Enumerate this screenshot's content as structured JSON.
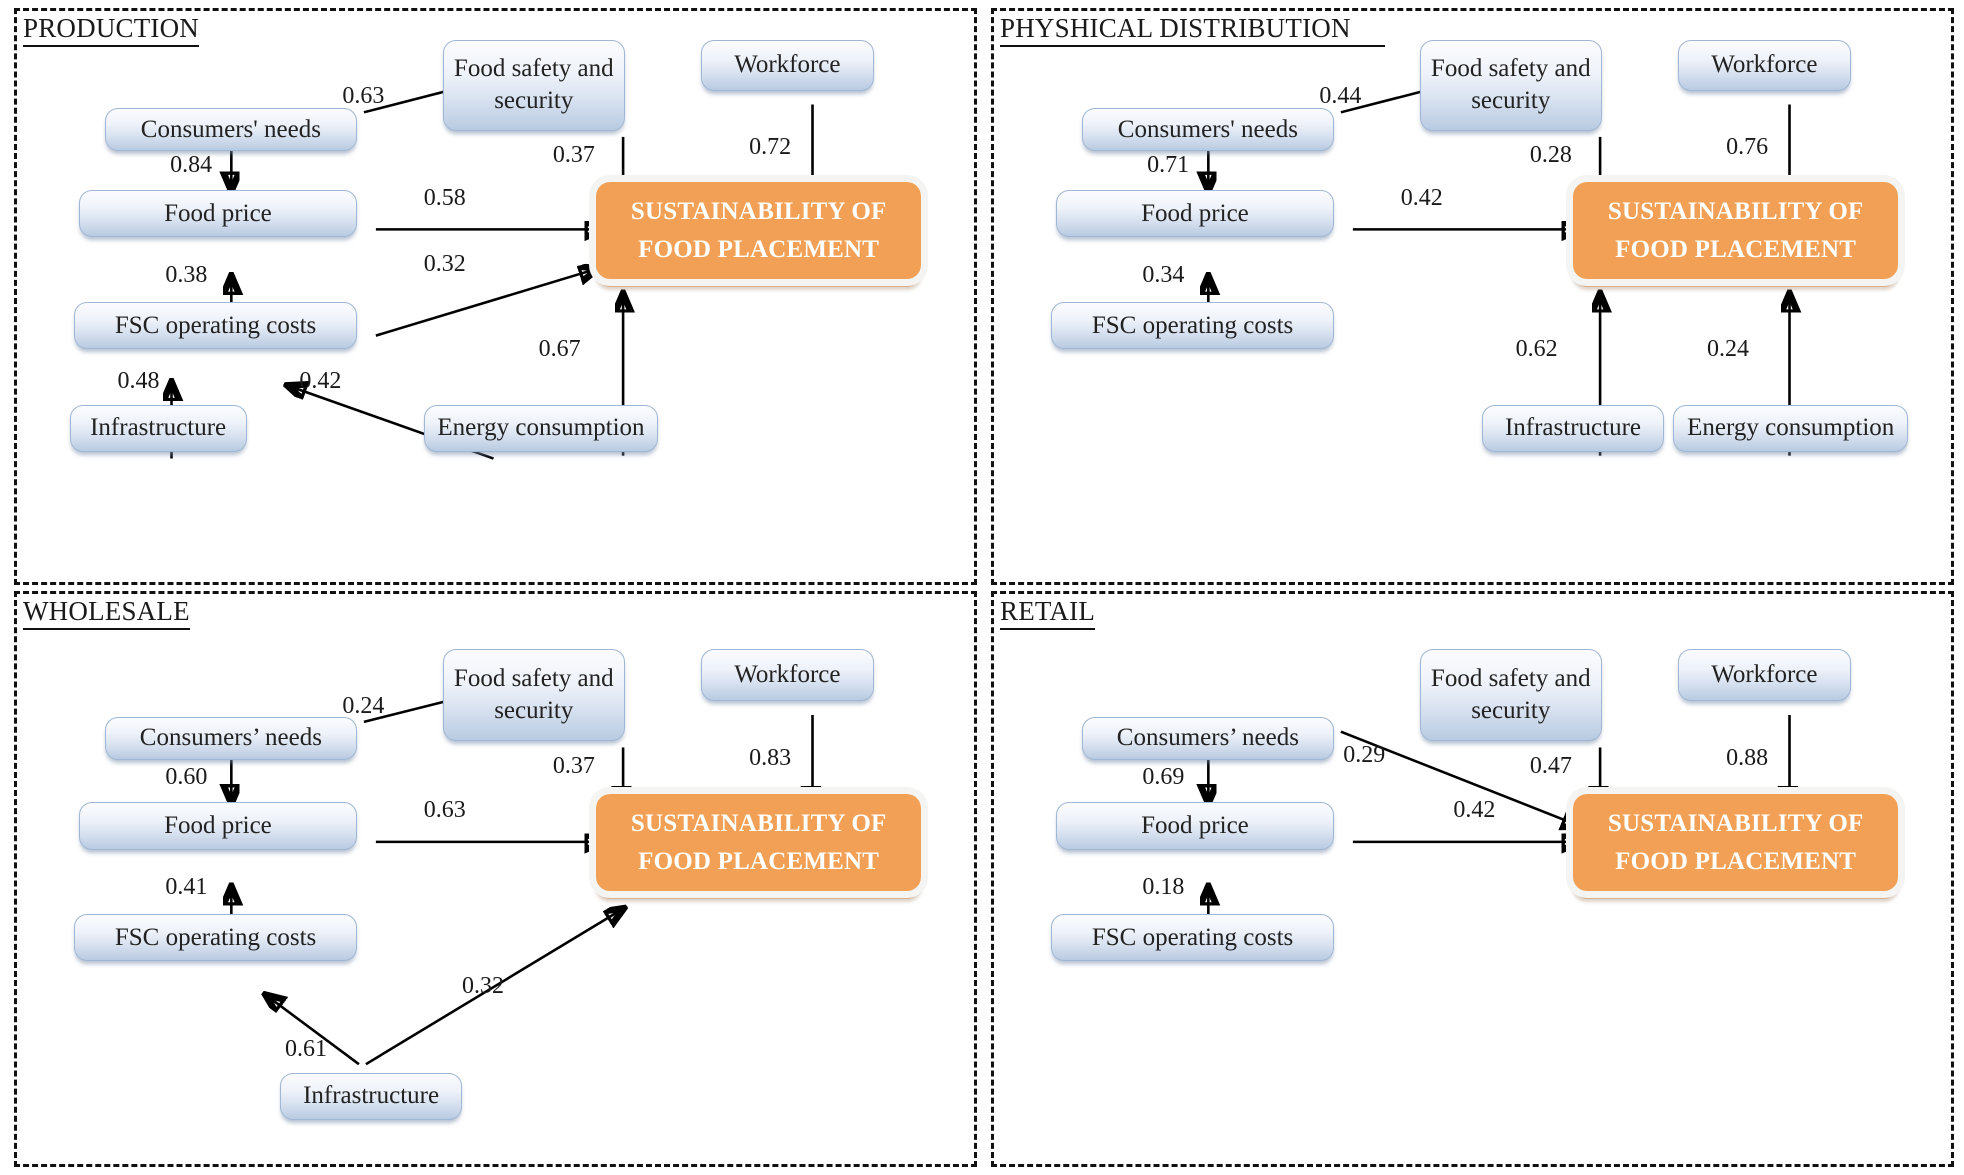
{
  "panels": [
    {
      "id": "production",
      "title": "PRODUCTION",
      "nodes": {
        "consumers": "Consumers' needs",
        "food_price": "Food price",
        "fsc": "FSC operating costs",
        "infrastructure": "Infrastructure",
        "energy": "Energy consumption",
        "food_safety": "Food safety and security",
        "workforce": "Workforce",
        "central": "SUSTAINABILITY OF FOOD PLACEMENT"
      },
      "edges": [
        {
          "from": "consumers",
          "to": "food_safety",
          "value": "0.63"
        },
        {
          "from": "consumers",
          "to": "food_price",
          "value": "0.84"
        },
        {
          "from": "food_safety",
          "to": "central",
          "value": "0.37"
        },
        {
          "from": "workforce",
          "to": "central",
          "value": "0.72"
        },
        {
          "from": "food_price",
          "to": "central",
          "value": "0.58"
        },
        {
          "from": "fsc",
          "to": "food_price",
          "value": "0.38"
        },
        {
          "from": "fsc",
          "to": "central",
          "value": "0.32"
        },
        {
          "from": "infrastructure",
          "to": "fsc",
          "value": "0.48"
        },
        {
          "from": "energy",
          "to": "fsc",
          "value": "0.42"
        },
        {
          "from": "energy",
          "to": "central",
          "value": "0.67"
        }
      ]
    },
    {
      "id": "physical_distribution",
      "title": "PHYSHICAL DISTRIBUTION",
      "nodes": {
        "consumers": "Consumers' needs",
        "food_price": "Food price",
        "fsc": "FSC operating costs",
        "infrastructure": "Infrastructure",
        "energy": "Energy consumption",
        "food_safety": "Food safety and security",
        "workforce": "Workforce",
        "central": "SUSTAINABILITY OF FOOD PLACEMENT"
      },
      "edges": [
        {
          "from": "consumers",
          "to": "food_safety",
          "value": "0.44"
        },
        {
          "from": "consumers",
          "to": "food_price",
          "value": "0.71"
        },
        {
          "from": "food_safety",
          "to": "central",
          "value": "0.28"
        },
        {
          "from": "workforce",
          "to": "central",
          "value": "0.76"
        },
        {
          "from": "food_price",
          "to": "central",
          "value": "0.42"
        },
        {
          "from": "fsc",
          "to": "food_price",
          "value": "0.34"
        },
        {
          "from": "infrastructure",
          "to": "central",
          "value": "0.62"
        },
        {
          "from": "energy",
          "to": "central",
          "value": "0.24"
        }
      ]
    },
    {
      "id": "wholesale",
      "title": "WHOLESALE",
      "nodes": {
        "consumers": "Consumers’ needs",
        "food_price": "Food price",
        "fsc": "FSC operating costs",
        "infrastructure": "Infrastructure",
        "food_safety": "Food safety and security",
        "workforce": "Workforce",
        "central": "SUSTAINABILITY OF FOOD PLACEMENT"
      },
      "edges": [
        {
          "from": "consumers",
          "to": "food_safety",
          "value": "0.24"
        },
        {
          "from": "consumers",
          "to": "food_price",
          "value": "0.60"
        },
        {
          "from": "food_safety",
          "to": "central",
          "value": "0.37"
        },
        {
          "from": "workforce",
          "to": "central",
          "value": "0.83"
        },
        {
          "from": "food_price",
          "to": "central",
          "value": "0.63"
        },
        {
          "from": "fsc",
          "to": "food_price",
          "value": "0.41"
        },
        {
          "from": "infrastructure",
          "to": "fsc",
          "value": "0.61"
        },
        {
          "from": "infrastructure",
          "to": "central",
          "value": "0.32"
        }
      ]
    },
    {
      "id": "retail",
      "title": "RETAIL",
      "nodes": {
        "consumers": "Consumers’ needs",
        "food_price": "Food price",
        "fsc": "FSC operating costs",
        "food_safety": "Food safety and security",
        "workforce": "Workforce",
        "central": "SUSTAINABILITY OF FOOD PLACEMENT"
      },
      "edges": [
        {
          "from": "consumers",
          "to": "central",
          "value": "0.29"
        },
        {
          "from": "consumers",
          "to": "food_price",
          "value": "0.69"
        },
        {
          "from": "food_safety",
          "to": "central",
          "value": "0.47"
        },
        {
          "from": "workforce",
          "to": "central",
          "value": "0.88"
        },
        {
          "from": "food_price",
          "to": "central",
          "value": "0.42"
        },
        {
          "from": "fsc",
          "to": "food_price",
          "value": "0.18"
        }
      ]
    }
  ],
  "colors": {
    "central_fill": "#f2a055",
    "node_border": "#9fb6d4",
    "panel_border": "#111111"
  }
}
